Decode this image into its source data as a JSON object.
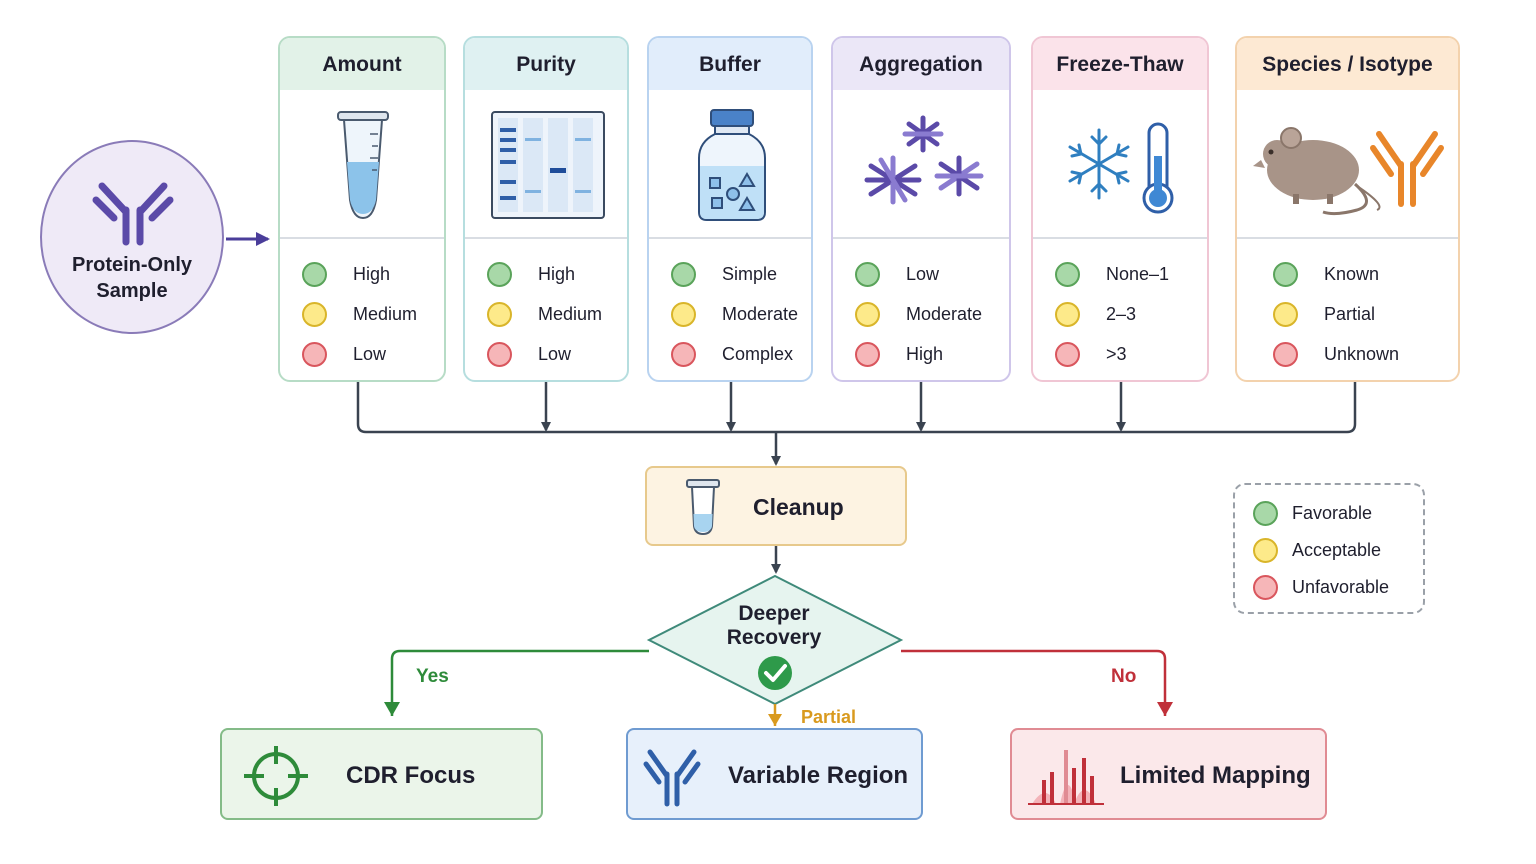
{
  "source": {
    "label_line1": "Protein-Only",
    "label_line2": "Sample"
  },
  "factors": [
    {
      "title": "Amount",
      "levels": [
        "High",
        "Medium",
        "Low"
      ]
    },
    {
      "title": "Purity",
      "levels": [
        "High",
        "Medium",
        "Low"
      ]
    },
    {
      "title": "Buffer",
      "levels": [
        "Simple",
        "Moderate",
        "Complex"
      ]
    },
    {
      "title": "Aggregation",
      "levels": [
        "Low",
        "Moderate",
        "High"
      ]
    },
    {
      "title": "Freeze-Thaw",
      "levels": [
        "None–1",
        "2–3",
        ">3"
      ]
    },
    {
      "title": "Species / Isotype",
      "levels": [
        "Known",
        "Partial",
        "Unknown"
      ]
    }
  ],
  "cleanup": {
    "label": "Cleanup"
  },
  "decision": {
    "label_line1": "Deeper",
    "label_line2": "Recovery"
  },
  "branches": {
    "yes": "Yes",
    "partial": "Partial",
    "no": "No"
  },
  "outcomes": {
    "cdr": "CDR Focus",
    "variable": "Variable Region",
    "limited": "Limited Mapping"
  },
  "legend": {
    "favorable": "Favorable",
    "acceptable": "Acceptable",
    "unfavorable": "Unfavorable"
  },
  "colors": {
    "favorable": "#a8d8a8",
    "acceptable": "#fdea8a",
    "unfavorable": "#f6b6b8",
    "yes_branch": "#2e8b3a",
    "partial_branch": "#d99a1e",
    "no_branch": "#c0303a",
    "antibody": "#5b4aa8"
  }
}
